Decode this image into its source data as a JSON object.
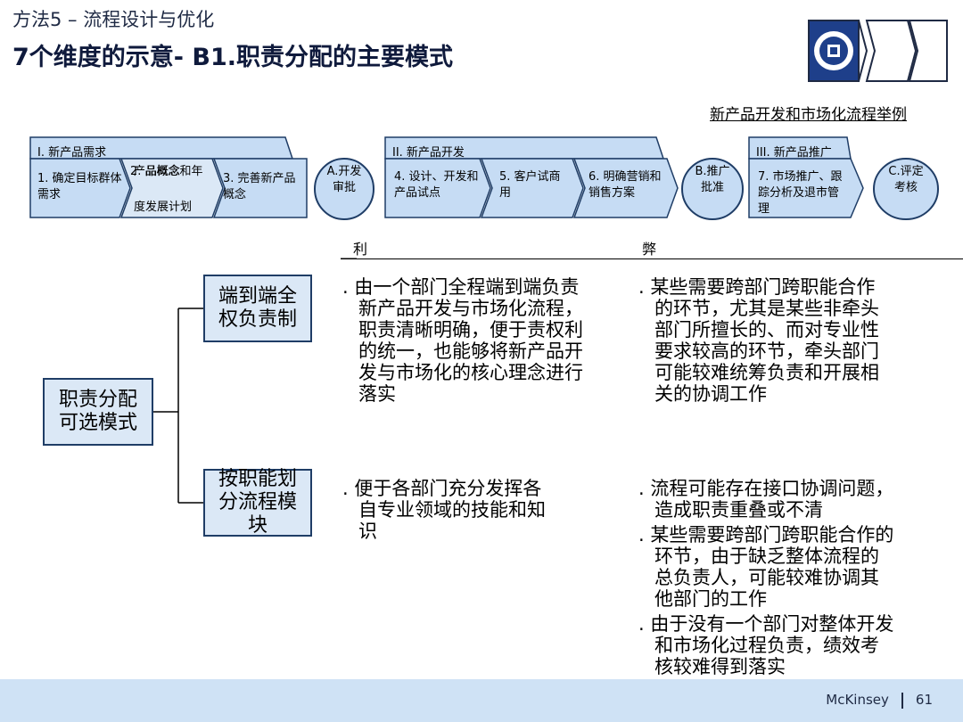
{
  "header": {
    "subtitle": "方法5 – 流程设计与优化",
    "title": "7个维度的示意- B1.职责分配的主要模式"
  },
  "process": {
    "example_label": "新产品开发和市场化流程举例",
    "stage1": {
      "label": "I. 新产品需求",
      "steps": [
        "1. 确定目标群体需求",
        "2. 品概念和年",
        "度发展计划",
        "3. 完善新产品概念"
      ],
      "overlap": "产品概念"
    },
    "gate_a": "A.开发审批",
    "stage2": {
      "label": "II. 新产品开发",
      "steps": [
        "4. 设计、开发和产品试点",
        "5. 客户试商用",
        "6. 明确营销和销售方案"
      ]
    },
    "gate_b": "B.推广批准",
    "stage3": {
      "label": "III. 新产品推广",
      "steps": [
        "7. 市场推广、跟踪分析及退市管理"
      ]
    },
    "gate_c": "C.评定考核"
  },
  "matrix": {
    "pros_header": "利",
    "cons_header": "弊",
    "root": "职责分配可选模式",
    "rows": [
      {
        "mode": "端到端全权负责制",
        "pros": [
          "由一个部门全程端到端负责新产品开发与市场化流程，职责清晰明确，便于责权利的统一，也能够将新产品开发与市场化的核心理念进行落实"
        ],
        "cons": [
          "某些需要跨部门跨职能合作的环节，尤其是某些非牵头部门所擅长的、而对专业性要求较高的环节，牵头部门可能较难统筹负责和开展相关的协调工作"
        ]
      },
      {
        "mode": "按职能划分流程模块",
        "pros": [
          "便于各部门充分发挥各自专业领域的技能和知识"
        ],
        "cons": [
          "流程可能存在接口协调问题，造成职责重叠或不清",
          "某些需要跨部门跨职能合作的环节，由于缺乏整体流程的总负责人，可能较难协调其他部门的工作",
          "由于没有一个部门对整体开发和市场化过程负责，绩效考核较难得到落实"
        ]
      }
    ]
  },
  "footer": {
    "brand": "McKinsey",
    "page": "61"
  },
  "colors": {
    "stage_fill": "#c6dcf4",
    "box_fill": "#dbe8f6",
    "stroke": "#1f3d66",
    "footer_bg": "#cfe2f5"
  },
  "icons": [
    "process-logo-icon",
    "bullet-dot-icon"
  ]
}
